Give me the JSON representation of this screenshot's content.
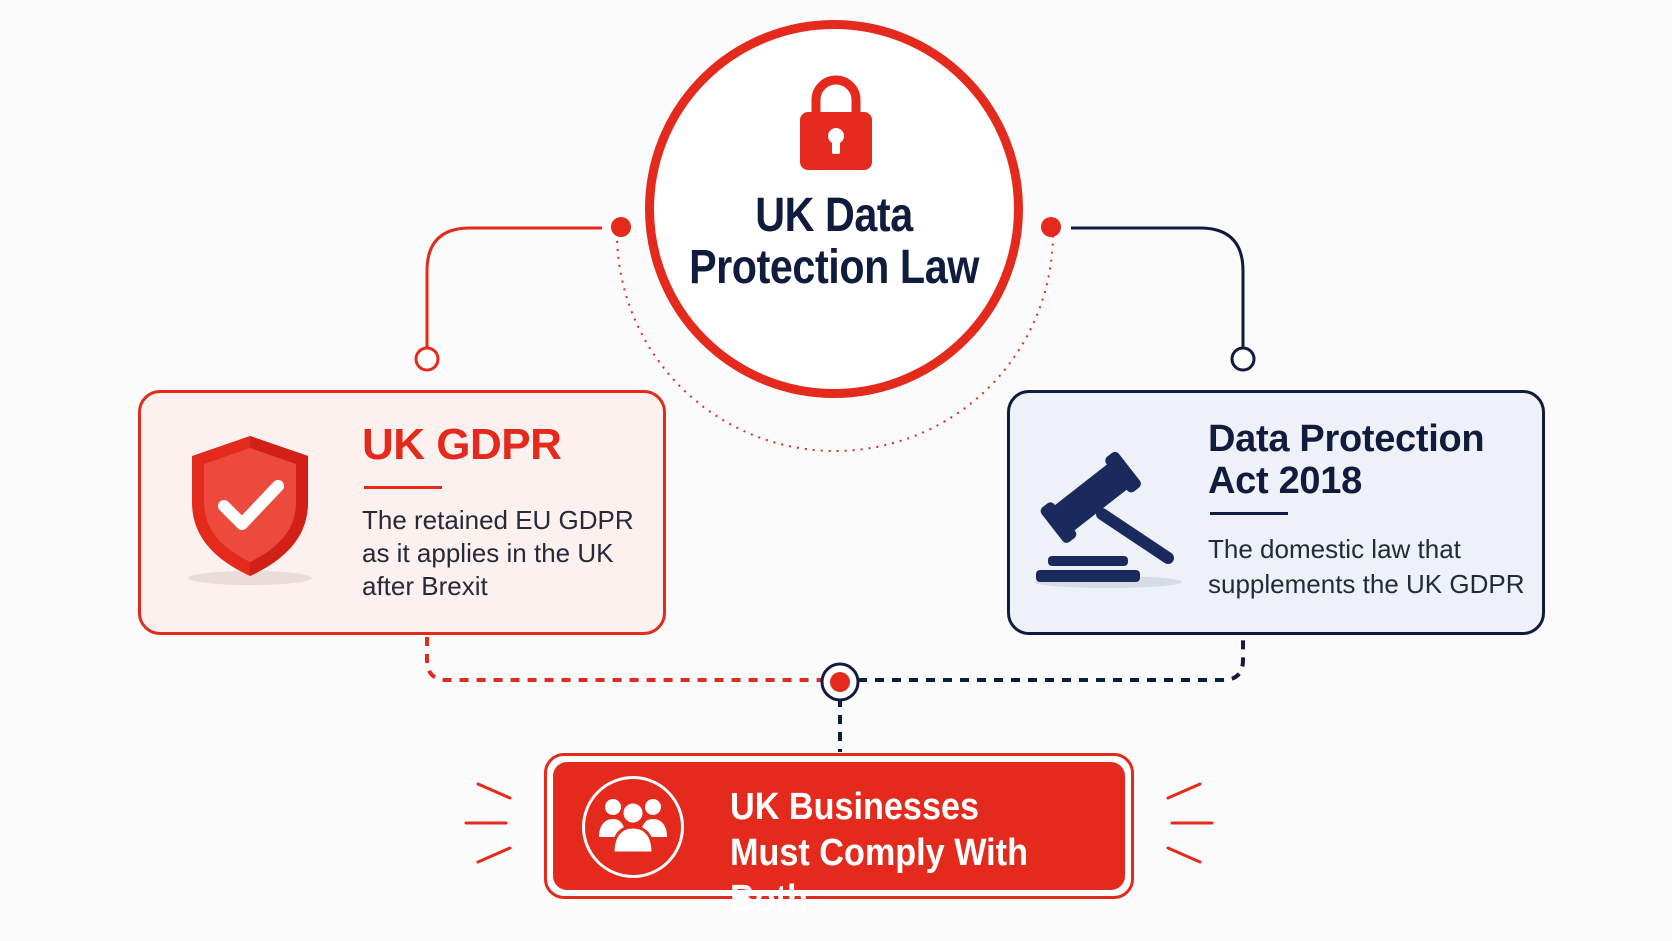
{
  "diagram": {
    "center": {
      "title": "UK Data\nProtection Law",
      "icon": "lock-icon"
    },
    "left_card": {
      "title": "UK GDPR",
      "description": "The retained EU GDPR\nas it applies in the UK\nafter Brexit",
      "icon": "shield-check-icon"
    },
    "right_card": {
      "title": "Data Protection\nAct 2018",
      "description": "The domestic law that\nsupplements the UK GDPR",
      "icon": "gavel-icon"
    },
    "bottom_banner": {
      "text": "UK Businesses\nMust Comply With Both",
      "icon": "people-group-icon"
    },
    "colors": {
      "accent_red": "#e32a1c",
      "navy": "#111b3d",
      "left_card_bg": "#fdf1f0",
      "right_card_bg": "#eef1f8"
    }
  }
}
